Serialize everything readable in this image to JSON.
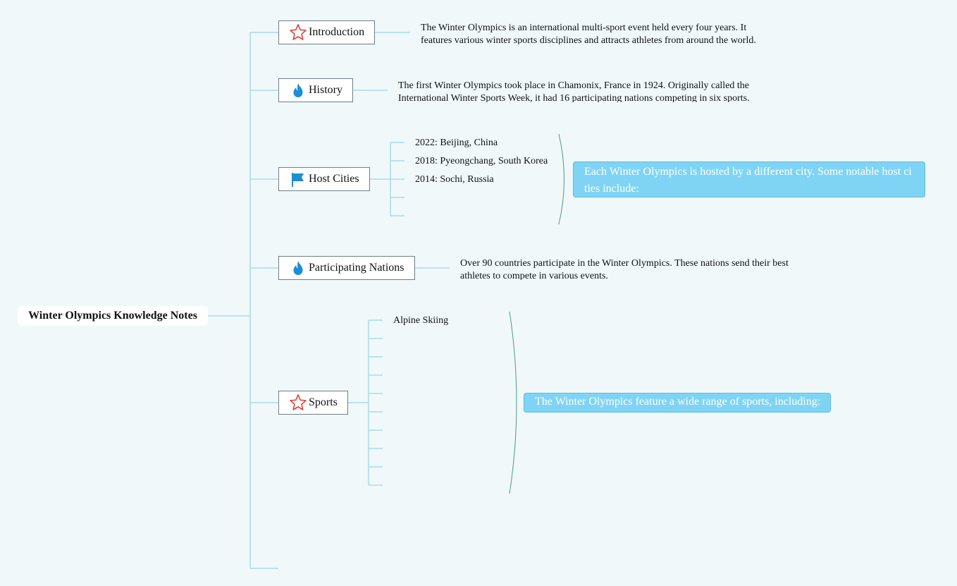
{
  "root": {
    "title": "Winter Olympics Knowledge Notes"
  },
  "topics": [
    {
      "label": "Introduction",
      "icon": "star-icon",
      "description": "The Winter Olympics is an international multi-sport event held every four years. It features various winter sports disciplines and attracts athletes from around the world."
    },
    {
      "label": "History",
      "icon": "flame-icon",
      "description": "The first Winter Olympics took place in Chamonix, France in 1924. Originally called the International Winter Sports Week, it had 16 participating nations competing in six sports."
    },
    {
      "label": "Host Cities",
      "icon": "flag-icon",
      "items": [
        "2022: Beijing, China",
        "2018: Pyeongchang, South Korea",
        "2014: Sochi, Russia",
        "",
        ""
      ],
      "summary": "Each Winter Olympics is hosted by a different city. Some notable host cities include:"
    },
    {
      "label": "Participating Nations",
      "icon": "flame-icon",
      "description": "Over 90 countries participate in the Winter Olympics. These nations send their best athletes to compete in various events."
    },
    {
      "label": "Sports",
      "icon": "star-icon",
      "items": [
        "Alpine Skiing",
        "",
        "",
        "",
        "",
        "",
        "",
        "",
        "",
        ""
      ],
      "summary": "The Winter Olympics feature a wide range of sports, including:"
    }
  ],
  "colors": {
    "connector": "#a8dcea",
    "summary_bracket": "#4f9a86",
    "callout_bg": "#7fd4f5",
    "star": "#e0433a",
    "flame": "#1a8fd6",
    "flag": "#1a8fd6"
  }
}
